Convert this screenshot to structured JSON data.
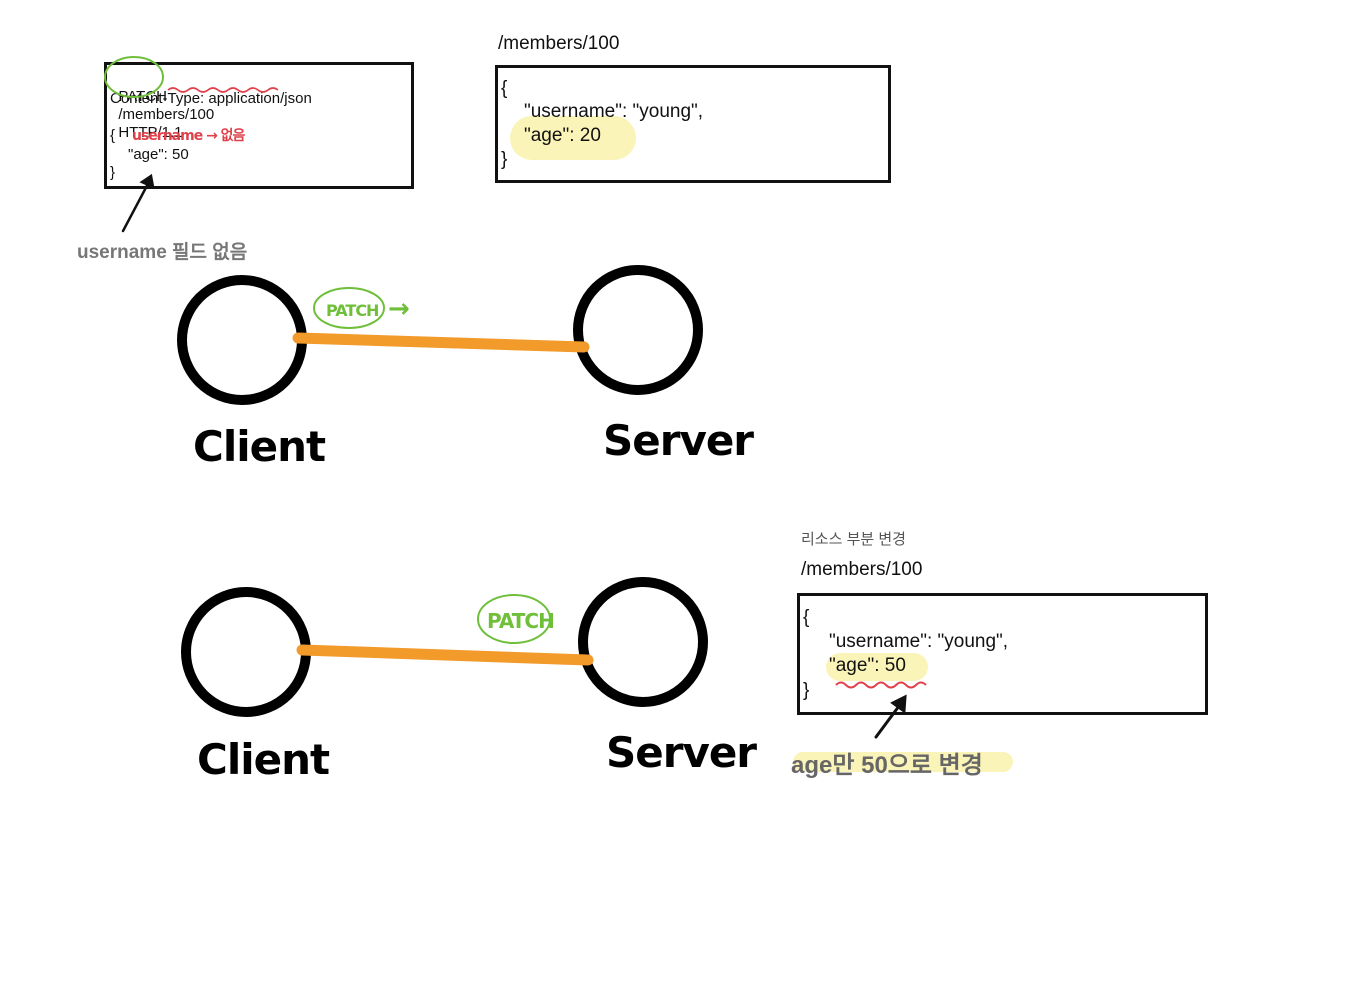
{
  "request": {
    "method": "PATCH",
    "path": "/members/100",
    "protocol": "HTTP/1.1",
    "content_type": "Content-Type: application/json",
    "open_brace": "{",
    "note": "username → 없음",
    "age_line": "\"age\": 50",
    "close_brace": "}",
    "caption": "username 필드 없음"
  },
  "before": {
    "path": "/members/100",
    "open_brace": "{",
    "username_line": "\"username\": \"young\",",
    "age_line": "\"age\": 20",
    "close_brace": "}"
  },
  "top_diagram": {
    "client": "Client",
    "server": "Server",
    "method_badge": "PATCH",
    "arrow": "→"
  },
  "bottom_diagram": {
    "client": "Client",
    "server": "Server",
    "method_badge": "PATCH"
  },
  "after": {
    "subtitle": "리소스 부분 변경",
    "path": "/members/100",
    "open_brace": "{",
    "username_line": "\"username\": \"young\",",
    "age_line": "\"age\": 50",
    "close_brace": "}",
    "caption": "age만 50으로 변경"
  },
  "colors": {
    "line": "#f29a2a",
    "green": "#6fbf3a",
    "red": "#e0404a",
    "highlight": "#fbf4b8"
  }
}
